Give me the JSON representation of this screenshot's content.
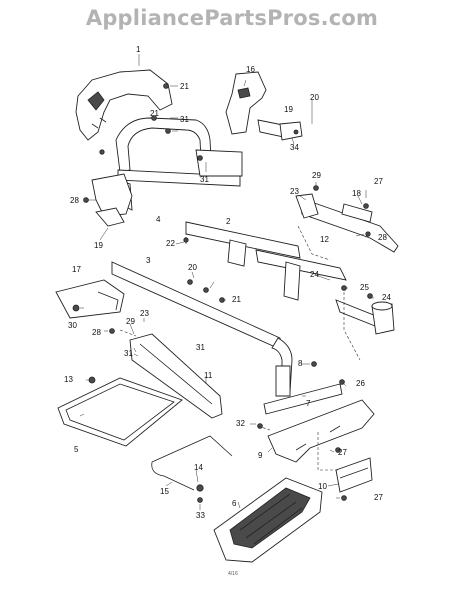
{
  "watermark": "AppliancePartsPros.com",
  "page_number": "4/16",
  "callouts": [
    "1",
    "21",
    "31",
    "16",
    "19",
    "20",
    "34",
    "2",
    "21",
    "31",
    "28",
    "4",
    "19",
    "22",
    "23",
    "29",
    "18",
    "27",
    "12",
    "28",
    "17",
    "3",
    "20",
    "21",
    "24",
    "25",
    "24",
    "30",
    "28",
    "29",
    "23",
    "31",
    "8",
    "13",
    "31",
    "11",
    "7",
    "26",
    "5",
    "32",
    "9",
    "27",
    "10",
    "27",
    "14",
    "15",
    "33",
    "6"
  ]
}
